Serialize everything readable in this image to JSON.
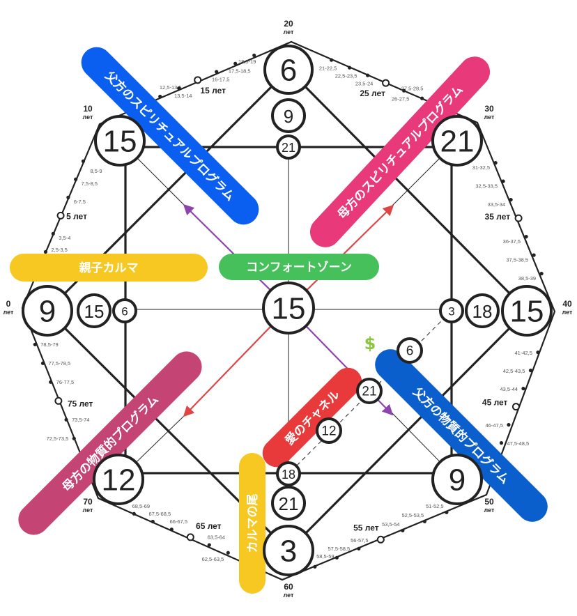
{
  "colors": {
    "line": "#222222",
    "purple_arrow": "#8e44ad",
    "red_arrow": "#e04545",
    "dollar": "#8cc63f"
  },
  "dollar_sign": "$",
  "decade_labels": [
    {
      "age": "0",
      "unit": "лет"
    },
    {
      "age": "10",
      "unit": "лет"
    },
    {
      "age": "20",
      "unit": "лет"
    },
    {
      "age": "30",
      "unit": "лет"
    },
    {
      "age": "40",
      "unit": "лет"
    },
    {
      "age": "50",
      "unit": "лет"
    },
    {
      "age": "60",
      "unit": "лет"
    },
    {
      "age": "70",
      "unit": "лет"
    }
  ],
  "age_edges": [
    {
      "items": [
        "2,5-3,5",
        "3,5-4",
        "5 лет",
        "6-7,5",
        "7,5-8,5",
        "8,5-9"
      ]
    },
    {
      "items": [
        "12,5-13,5",
        "13,5-14",
        "15 лет",
        "16-17,5",
        "17,5-18,5",
        "18,5-19"
      ]
    },
    {
      "items": [
        "21-22,5",
        "22,5-23,5",
        "23,5-24",
        "25 лет",
        "26-27,5",
        "27,5-28,5"
      ]
    },
    {
      "items": [
        "31-32,5",
        "32,5-33,5",
        "33,5-34",
        "35 лет",
        "36-37,5",
        "37,5-38,5",
        "38,5-39"
      ]
    },
    {
      "items": [
        "41-42,5",
        "42,5-43,5",
        "43,5-44",
        "45 лет",
        "46-47,5",
        "47,5-48,5"
      ]
    },
    {
      "items": [
        "51-52,5",
        "52,5-53,5",
        "53,5-54",
        "55 лет",
        "56-57,5",
        "57,5-58,5",
        "58,5-59"
      ]
    },
    {
      "items": [
        "62,5-63,5",
        "63,5-64",
        "65 лет",
        "66-67,5",
        "67,5-68,5",
        "68,5-69"
      ]
    },
    {
      "items": [
        "72,5-73,5",
        "73,5-74",
        "75 лет",
        "76-77,5",
        "77,5-78,5",
        "78,5-79"
      ]
    }
  ],
  "nodes": {
    "top": "6",
    "top_2": "9",
    "top_3": "21",
    "top_left": "15",
    "top_right": "21",
    "left": "9",
    "left_2": "15",
    "left_3": "6",
    "center": "15",
    "right": "15",
    "right_2": "18",
    "right_3": "3",
    "bottom_left": "12",
    "bottom_right": "9",
    "bottom": "3",
    "bottom_2": "21",
    "bottom_3": "18",
    "love_1": "6",
    "love_2": "21",
    "love_3": "12"
  },
  "pills": {
    "paternal_spiritual": {
      "label": "父方のスピリチュアルプログラム",
      "color": "#0a5ff0"
    },
    "maternal_spiritual": {
      "label": "母方のスピリチュアルプログラム",
      "color": "#e8397a"
    },
    "parent_child_karma": {
      "label": "親子カルマ",
      "color": "#f8c822"
    },
    "comfort_zone": {
      "label": "コンフォートゾーン",
      "color": "#45c05a"
    },
    "maternal_material": {
      "label": "母方の物質的プログラム",
      "color": "#c44474"
    },
    "paternal_material": {
      "label": "父方の物質的プログラム",
      "color": "#0b5fcc"
    },
    "love_channel": {
      "label": "愛のチャネル",
      "color": "#e83a3a"
    },
    "karmic_tail": {
      "label": "カルマの尾",
      "color": "#f8c822"
    }
  }
}
